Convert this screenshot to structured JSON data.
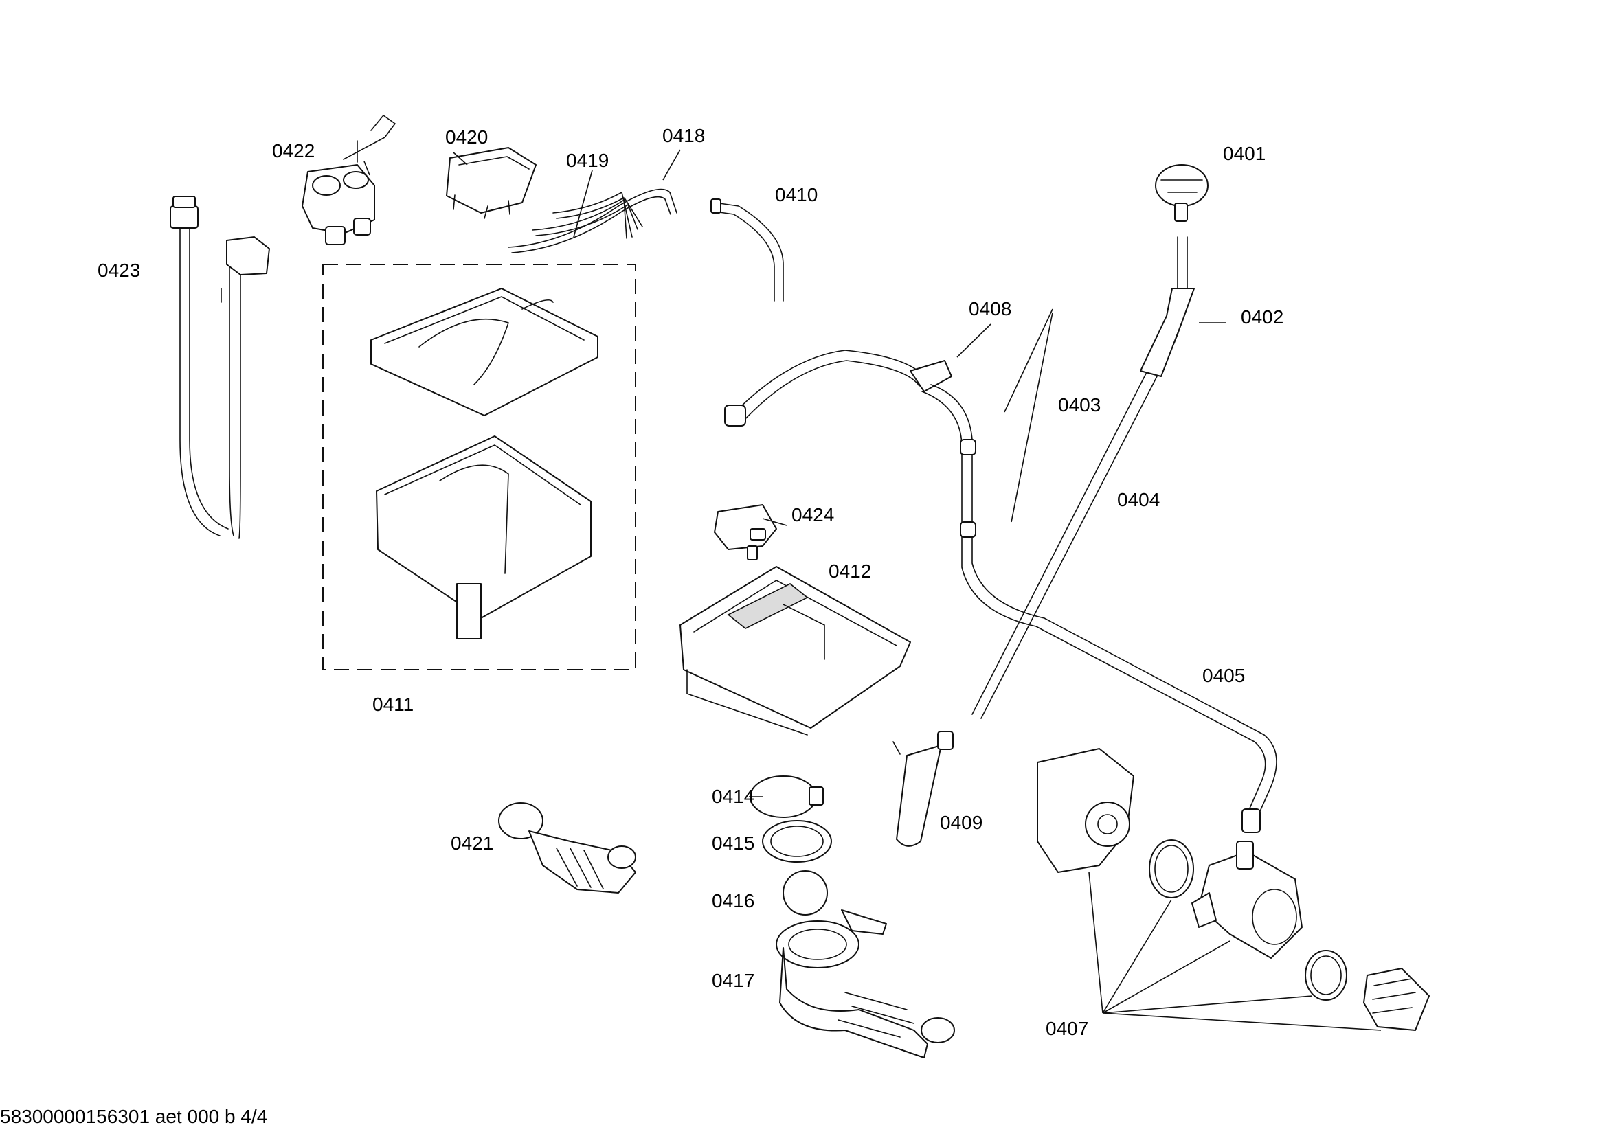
{
  "parts": [
    {
      "id": "p0401",
      "label": "0401"
    },
    {
      "id": "p0402",
      "label": "0402"
    },
    {
      "id": "p0403",
      "label": "0403"
    },
    {
      "id": "p0404",
      "label": "0404"
    },
    {
      "id": "p0405",
      "label": "0405"
    },
    {
      "id": "p0407",
      "label": "0407"
    },
    {
      "id": "p0408",
      "label": "0408"
    },
    {
      "id": "p0409",
      "label": "0409"
    },
    {
      "id": "p0410",
      "label": "0410"
    },
    {
      "id": "p0411",
      "label": "0411"
    },
    {
      "id": "p0412",
      "label": "0412"
    },
    {
      "id": "p0414",
      "label": "0414"
    },
    {
      "id": "p0415",
      "label": "0415"
    },
    {
      "id": "p0416",
      "label": "0416"
    },
    {
      "id": "p0417",
      "label": "0417"
    },
    {
      "id": "p0418",
      "label": "0418"
    },
    {
      "id": "p0419",
      "label": "0419"
    },
    {
      "id": "p0420",
      "label": "0420"
    },
    {
      "id": "p0421",
      "label": "0421"
    },
    {
      "id": "p0422",
      "label": "0422"
    },
    {
      "id": "p0423",
      "label": "0423"
    },
    {
      "id": "p0424",
      "label": "0424"
    }
  ],
  "footer": {
    "text": "58300000156301 aet 000 b 4/4"
  }
}
